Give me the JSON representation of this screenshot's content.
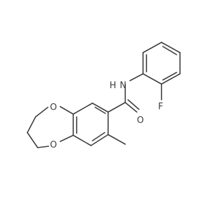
{
  "molecule": {
    "atoms": {
      "nh": "N",
      "h": "H",
      "o_carbonyl": "O",
      "o_ring_top": "O",
      "o_ring_bottom": "O",
      "fluorine": "F"
    }
  }
}
